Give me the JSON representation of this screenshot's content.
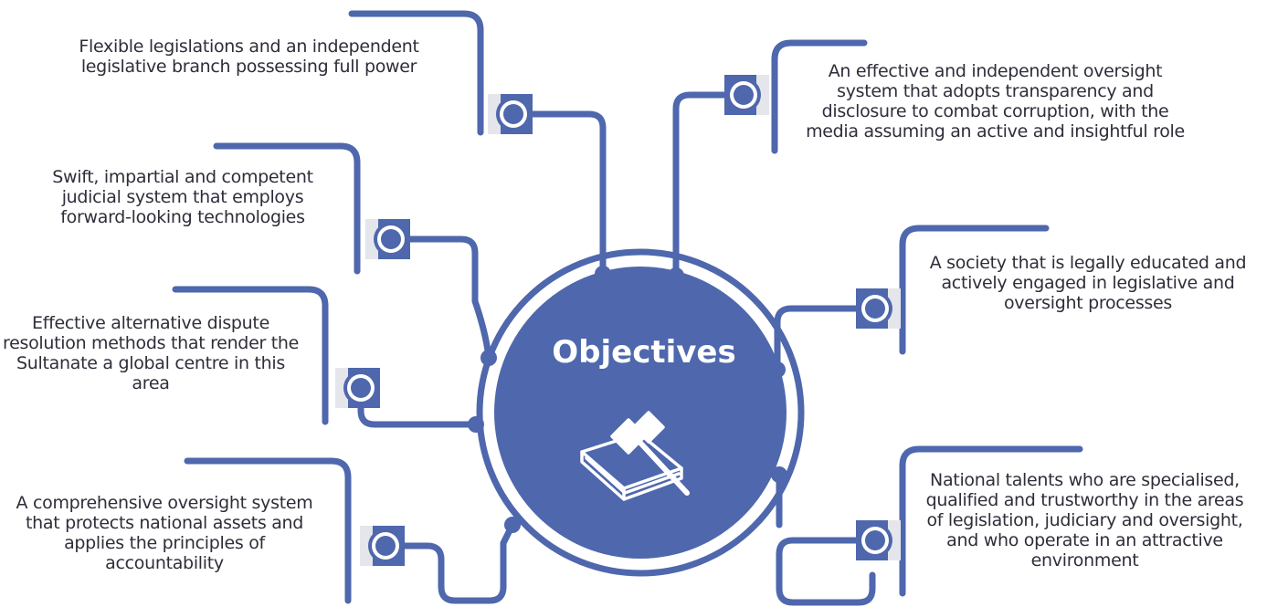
{
  "center": {
    "title": "Objectives",
    "icon": "gavel-on-book-icon"
  },
  "objectives": [
    {
      "id": "top-left",
      "text": "Flexible legislations and an independent legislative branch possessing full power"
    },
    {
      "id": "upper-left",
      "text": "Swift, impartial and competent judicial system that employs forward-looking technologies"
    },
    {
      "id": "middle-left",
      "text": "Effective alternative dispute resolution methods that render the Sultanate a global centre in this area"
    },
    {
      "id": "bottom-left",
      "text": "A comprehensive oversight system that protects national assets and applies the principles of accountability"
    },
    {
      "id": "top-right",
      "text": "An effective and independent oversight system that adopts transparency and disclosure to combat corruption, with the media assuming an active and insightful role"
    },
    {
      "id": "middle-right",
      "text": "A society that is legally educated and actively engaged in legislative and oversight processes"
    },
    {
      "id": "bottom-right",
      "text": "National talents who are specialised, qualified and trustworthy in the areas of legislation, judiciary and oversight, and who operate in an attractive environment"
    }
  ],
  "colors": {
    "primary": "#4e67ad",
    "panel": "#e5e6eb",
    "text": "#2e2e3a",
    "background": "#ffffff"
  }
}
